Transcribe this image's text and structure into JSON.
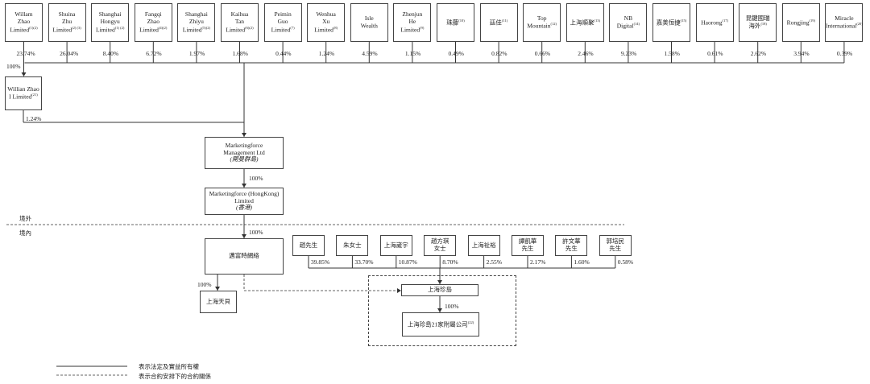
{
  "top_shareholders": [
    {
      "name": "Willam\nZhao\nLimited",
      "note": "(1)(2)",
      "pct": "23.74%"
    },
    {
      "name": "Shuina\nZhu\nLimited",
      "note": "(2) (3)",
      "pct": "26.04%"
    },
    {
      "name": "Shanghai\nHongyu\nLimited",
      "note": "(1) (2)",
      "pct": "8.40%"
    },
    {
      "name": "Fangqi\nZhao\nLimited",
      "note": "(4)(2)",
      "pct": "6.72%"
    },
    {
      "name": "Shanghai\nZhiyu\nLimited",
      "note": "(5)(2)",
      "pct": "1.97%"
    },
    {
      "name": "Kaihua\nTan\nLimited",
      "note": "(6)(2)",
      "pct": "1.68%"
    },
    {
      "name": "Peimin\nGuo\nLimited",
      "note": "(7)",
      "pct": "0.44%"
    },
    {
      "name": "Wenhua\nXu\nLimited",
      "note": "(8)",
      "pct": "1.24%"
    },
    {
      "name": "Isle\nWealth",
      "note": "",
      "pct": "4.59%"
    },
    {
      "name": "Zhenjun\nHe\nLimited",
      "note": "(9)",
      "pct": "1.15%"
    },
    {
      "name": "珠藤",
      "note": "(10)",
      "pct": "0.49%"
    },
    {
      "name": "廷佳",
      "note": "(11)",
      "pct": "0.82%"
    },
    {
      "name": "Top\nMountain",
      "note": "(12)",
      "pct": "0.66%"
    },
    {
      "name": "上海順聚",
      "note": "(13)",
      "pct": "2.46%"
    },
    {
      "name": "NB\nDigital",
      "note": "(14)",
      "pct": "9.23%"
    },
    {
      "name": "嘉美恒捷",
      "note": "(15)",
      "pct": "1.58%"
    },
    {
      "name": "Haorong",
      "note": "(17)",
      "pct": "0.61%"
    },
    {
      "name": "昆鍵國瑞\n海外",
      "note": "(18)",
      "pct": "2.62%"
    },
    {
      "name": "Rongjing",
      "note": "(19)",
      "pct": "3.94%"
    },
    {
      "name": "Miracle\nInternational",
      "note": "(20)",
      "pct": "0.39%"
    }
  ],
  "william_sub": {
    "pct_in": "100%",
    "name": "Willian Zhao\nI Limited",
    "note": "(21)",
    "pct_out": "1.24%"
  },
  "marketingforce": {
    "name": "Marketingforce\nManagement Ltd",
    "sub": "(開曼群島)"
  },
  "hk": {
    "pct_in": "100%",
    "name": "Marketingforce (HongKong)\nLimited",
    "sub": "(香港)"
  },
  "border": {
    "outside": "境外",
    "inside": "境內"
  },
  "wfoe": {
    "pct_in": "100%",
    "name": "邁富時網絡"
  },
  "tianbei": {
    "pct_in": "100%",
    "name": "上海天貝"
  },
  "domestic_holders": [
    {
      "name": "趙先生",
      "pct": "39.85%"
    },
    {
      "name": "朱女士",
      "pct": "33.70%"
    },
    {
      "name": "上海崴宇",
      "pct": "10.87%"
    },
    {
      "name": "趙方琪\n女士",
      "pct": "8.70%"
    },
    {
      "name": "上海祉裕",
      "pct": "2.55%"
    },
    {
      "name": "譚凱華\n先生",
      "pct": "2.17%"
    },
    {
      "name": "許文華\n先生",
      "pct": "1.60%"
    },
    {
      "name": "郭培民\n先生",
      "pct": "0.58%"
    }
  ],
  "opco": {
    "name": "上海珍島",
    "sub_pct": "100%",
    "subs": "上海珍島21家附屬公司",
    "subs_note": "(22)"
  },
  "legend": {
    "solid": "表示法定及實益所有權",
    "dashed": "表示合約安排下的合約關係"
  }
}
